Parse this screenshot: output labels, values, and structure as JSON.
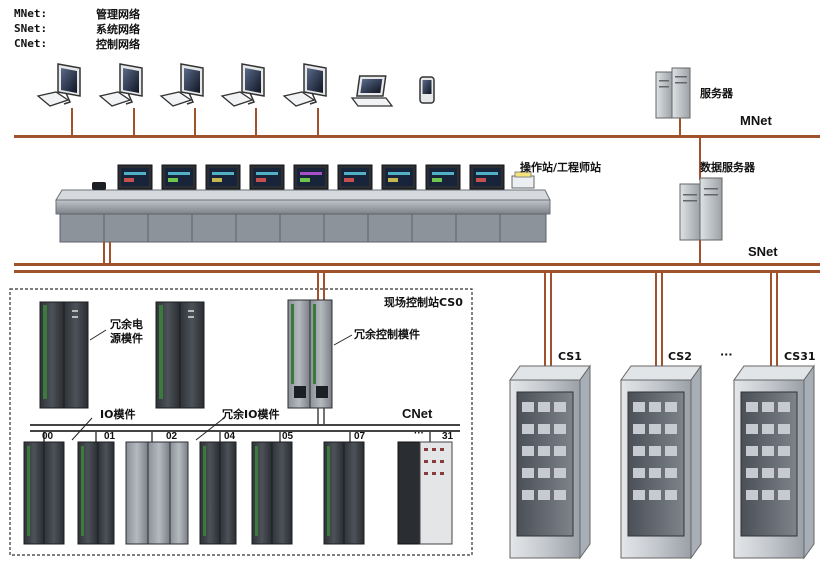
{
  "legend": [
    {
      "key": "MNet:",
      "value": "管理网络"
    },
    {
      "key": "SNet:",
      "value": "系统网络"
    },
    {
      "key": "CNet:",
      "value": "控制网络"
    }
  ],
  "networks": {
    "mnet": "MNet",
    "snet": "SNet",
    "cnet": "CNet"
  },
  "labels": {
    "server": "服务器",
    "data_server": "数据服务器",
    "operator_station": "操作站/工程师站",
    "field_station": "现场控制站CS0",
    "redundant_power": "冗余电源模件",
    "redundant_control": "冗余控制模件",
    "io_module": "IO模件",
    "redundant_io": "冗余IO模件",
    "ellipsis": "···"
  },
  "io_slots": [
    "00",
    "01",
    "02",
    "04",
    "05",
    "07",
    "31"
  ],
  "cabinets": [
    "CS1",
    "CS2",
    "CS31"
  ],
  "colors": {
    "network": "#a0522d",
    "cabinet": "#c9cdd2",
    "console": "#9ea4ab",
    "module": "#3d4248"
  }
}
